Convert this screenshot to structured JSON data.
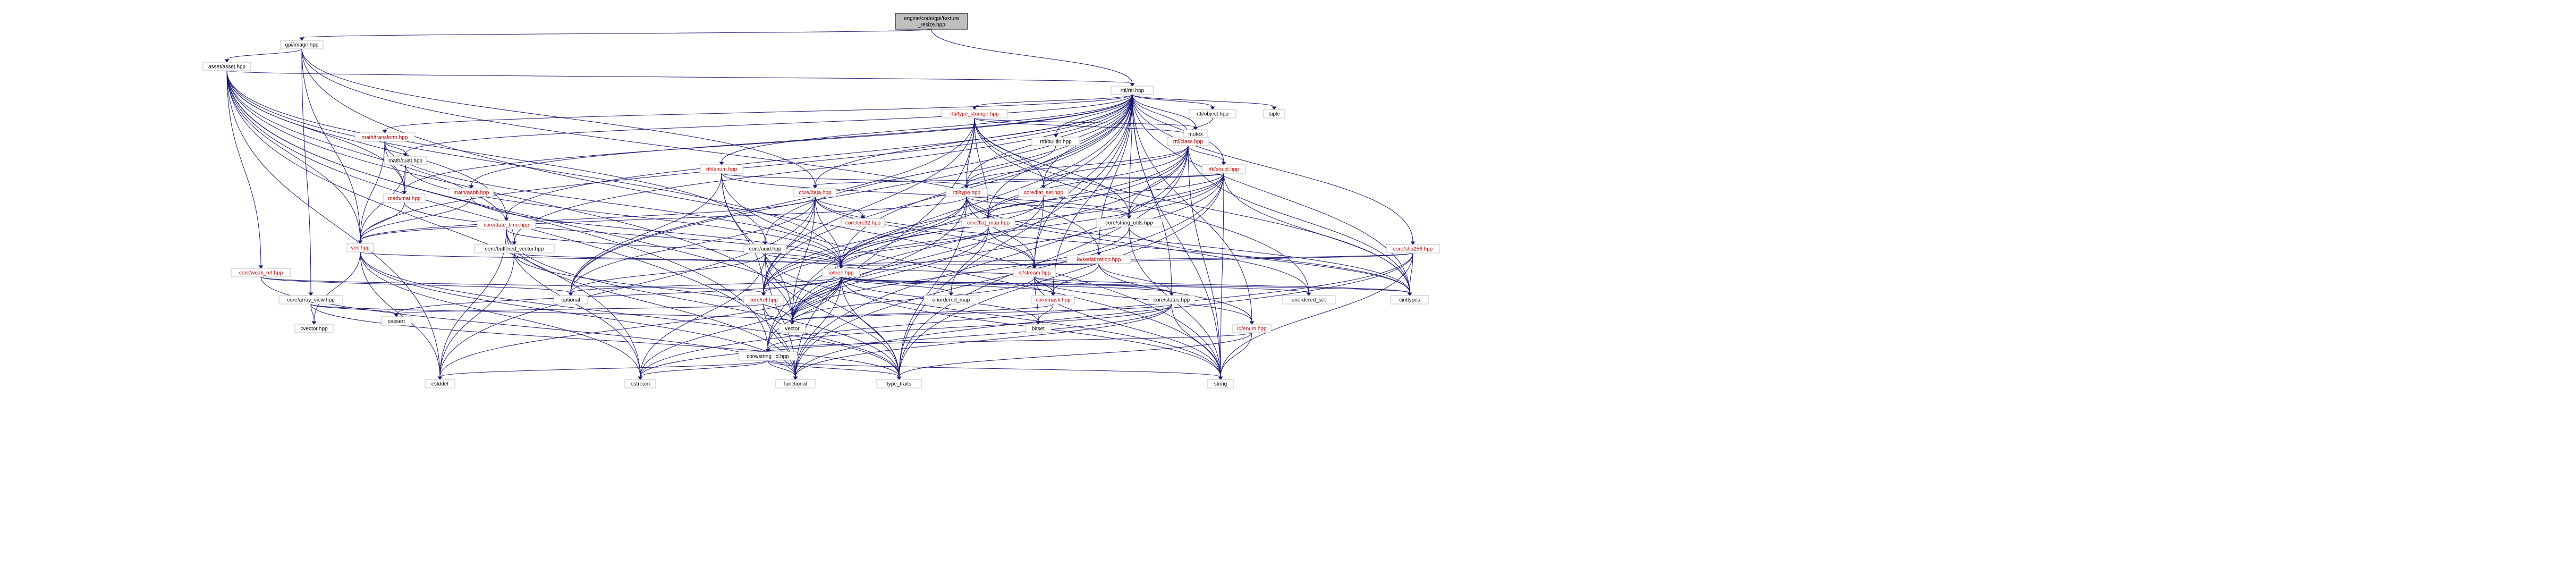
{
  "diagram": {
    "type": "include-dependency-graph",
    "nodes": [
      {
        "id": "root",
        "lines": [
          "engine/code/gpi/texture",
          "_resize.hpp"
        ],
        "kind": "root"
      },
      {
        "id": "gpi_image",
        "lines": [
          "gpi/image.hpp"
        ],
        "kind": "plain"
      },
      {
        "id": "asset",
        "lines": [
          "asset/asset.hpp"
        ],
        "kind": "plain"
      },
      {
        "id": "rtti_rtti",
        "lines": [
          "rtti/rtti.hpp"
        ],
        "kind": "plain"
      },
      {
        "id": "rtti_type_storage",
        "lines": [
          "rtti/type_storage.hpp"
        ],
        "kind": "link"
      },
      {
        "id": "rtti_object",
        "lines": [
          "rtti/object.hpp"
        ],
        "kind": "plain"
      },
      {
        "id": "tuple",
        "lines": [
          "tuple"
        ],
        "kind": "ext"
      },
      {
        "id": "mutex",
        "lines": [
          "mutex"
        ],
        "kind": "ext"
      },
      {
        "id": "rtti_class",
        "lines": [
          "rtti/class.hpp"
        ],
        "kind": "link"
      },
      {
        "id": "rtti_builtin",
        "lines": [
          "rtti/builtin.hpp"
        ],
        "kind": "plain"
      },
      {
        "id": "rtti_struct",
        "lines": [
          "rtti/struct.hpp"
        ],
        "kind": "link"
      },
      {
        "id": "math_transform",
        "lines": [
          "math/transform.hpp"
        ],
        "kind": "link"
      },
      {
        "id": "rtti_enum",
        "lines": [
          "rtti/enum.hpp"
        ],
        "kind": "link"
      },
      {
        "id": "rtti_type",
        "lines": [
          "rtti/type.hpp"
        ],
        "kind": "link"
      },
      {
        "id": "core_data",
        "lines": [
          "core/data.hpp"
        ],
        "kind": "link"
      },
      {
        "id": "core_flat_set",
        "lines": [
          "core/flat_set.hpp"
        ],
        "kind": "link"
      },
      {
        "id": "math_quat",
        "lines": [
          "math/quat.hpp"
        ],
        "kind": "plain"
      },
      {
        "id": "math_aabb",
        "lines": [
          "math/aabb.hpp"
        ],
        "kind": "link"
      },
      {
        "id": "core_crc32",
        "lines": [
          "core/crc32.hpp"
        ],
        "kind": "link"
      },
      {
        "id": "core_flat_map",
        "lines": [
          "core/flat_map.hpp"
        ],
        "kind": "link"
      },
      {
        "id": "core_string_utils",
        "lines": [
          "core/string_utils.hpp"
        ],
        "kind": "plain"
      },
      {
        "id": "math_mat",
        "lines": [
          "math/mat.hpp"
        ],
        "kind": "link"
      },
      {
        "id": "core_date_time",
        "lines": [
          "core/date_time.hpp"
        ],
        "kind": "link"
      },
      {
        "id": "vec",
        "lines": [
          "vec.hpp"
        ],
        "kind": "link"
      },
      {
        "id": "core_buffered_vector",
        "lines": [
          "core/buffered_vector.hpp"
        ],
        "kind": "plain"
      },
      {
        "id": "core_uuid",
        "lines": [
          "core/uuid.hpp"
        ],
        "kind": "plain"
      },
      {
        "id": "core_sha256",
        "lines": [
          "core/sha256.hpp"
        ],
        "kind": "link"
      },
      {
        "id": "io_serialization",
        "lines": [
          "io/serialization.hpp"
        ],
        "kind": "link"
      },
      {
        "id": "core_weak_ref",
        "lines": [
          "core/weak_ref.hpp"
        ],
        "kind": "link"
      },
      {
        "id": "io_tree",
        "lines": [
          "io/tree.hpp"
        ],
        "kind": "link"
      },
      {
        "id": "io_stream",
        "lines": [
          "io/stream.hpp"
        ],
        "kind": "link"
      },
      {
        "id": "core_array_view",
        "lines": [
          "core/array_view.hpp"
        ],
        "kind": "plain"
      },
      {
        "id": "optional",
        "lines": [
          "optional"
        ],
        "kind": "ext"
      },
      {
        "id": "cassert",
        "lines": [
          "cassert"
        ],
        "kind": "ext"
      },
      {
        "id": "core_ref",
        "lines": [
          "core/ref.hpp"
        ],
        "kind": "link"
      },
      {
        "id": "unordered_map",
        "lines": [
          "unordered_map"
        ],
        "kind": "ext"
      },
      {
        "id": "core_mask",
        "lines": [
          "core/mask.hpp"
        ],
        "kind": "link"
      },
      {
        "id": "core_status",
        "lines": [
          "core/status.hpp"
        ],
        "kind": "plain"
      },
      {
        "id": "unordered_set",
        "lines": [
          "unordered_set"
        ],
        "kind": "ext"
      },
      {
        "id": "cinttypes",
        "lines": [
          "cinttypes"
        ],
        "kind": "ext"
      },
      {
        "id": "vector",
        "lines": [
          "vector"
        ],
        "kind": "ext"
      },
      {
        "id": "bitset",
        "lines": [
          "bitset"
        ],
        "kind": "ext"
      },
      {
        "id": "io_enum",
        "lines": [
          "io/enum.hpp"
        ],
        "kind": "link"
      },
      {
        "id": "cvector",
        "lines": [
          "cvector.hpp"
        ],
        "kind": "plain"
      },
      {
        "id": "core_string_id",
        "lines": [
          "core/string_id.hpp"
        ],
        "kind": "plain"
      },
      {
        "id": "cstddef",
        "lines": [
          "cstddef"
        ],
        "kind": "ext"
      },
      {
        "id": "ostream",
        "lines": [
          "ostream"
        ],
        "kind": "ext"
      },
      {
        "id": "functional",
        "lines": [
          "functional"
        ],
        "kind": "ext"
      },
      {
        "id": "type_traits",
        "lines": [
          "type_traits"
        ],
        "kind": "ext"
      },
      {
        "id": "string",
        "lines": [
          "string"
        ],
        "kind": "ext"
      }
    ],
    "edges": [
      [
        "root",
        "gpi_image"
      ],
      [
        "root",
        "rtti_rtti"
      ],
      [
        "gpi_image",
        "asset"
      ],
      [
        "gpi_image",
        "vec"
      ],
      [
        "gpi_image",
        "core_array_view"
      ],
      [
        "gpi_image",
        "core_data"
      ],
      [
        "gpi_image",
        "string"
      ],
      [
        "gpi_image",
        "io_serialization"
      ],
      [
        "asset",
        "rtti_rtti"
      ],
      [
        "asset",
        "core_weak_ref"
      ],
      [
        "asset",
        "vec"
      ],
      [
        "asset",
        "core_buffered_vector"
      ],
      [
        "asset",
        "core_uuid"
      ],
      [
        "asset",
        "cstddef"
      ],
      [
        "asset",
        "ostream"
      ],
      [
        "asset",
        "functional"
      ],
      [
        "asset",
        "type_traits"
      ],
      [
        "asset",
        "vector"
      ],
      [
        "asset",
        "core_string_id"
      ],
      [
        "asset",
        "core_date_time"
      ],
      [
        "asset",
        "io_tree"
      ],
      [
        "asset",
        "math_mat"
      ],
      [
        "rtti_rtti",
        "rtti_type_storage"
      ],
      [
        "rtti_rtti",
        "rtti_object"
      ],
      [
        "rtti_rtti",
        "tuple"
      ],
      [
        "rtti_rtti",
        "mutex"
      ],
      [
        "rtti_rtti",
        "rtti_class"
      ],
      [
        "rtti_rtti",
        "rtti_builtin"
      ],
      [
        "rtti_rtti",
        "rtti_struct"
      ],
      [
        "rtti_rtti",
        "math_transform"
      ],
      [
        "rtti_rtti",
        "rtti_enum"
      ],
      [
        "rtti_rtti",
        "rtti_type"
      ],
      [
        "rtti_rtti",
        "core_data"
      ],
      [
        "rtti_rtti",
        "core_flat_set"
      ],
      [
        "rtti_rtti",
        "math_quat"
      ],
      [
        "rtti_rtti",
        "math_aabb"
      ],
      [
        "rtti_rtti",
        "core_flat_map"
      ],
      [
        "rtti_rtti",
        "core_string_utils"
      ],
      [
        "rtti_rtti",
        "math_mat"
      ],
      [
        "rtti_rtti",
        "core_date_time"
      ],
      [
        "rtti_rtti",
        "vec"
      ],
      [
        "rtti_rtti",
        "core_buffered_vector"
      ],
      [
        "rtti_rtti",
        "core_uuid"
      ],
      [
        "rtti_rtti",
        "core_sha256"
      ],
      [
        "rtti_rtti",
        "io_serialization"
      ],
      [
        "rtti_rtti",
        "io_tree"
      ],
      [
        "rtti_rtti",
        "io_stream"
      ],
      [
        "rtti_rtti",
        "optional"
      ],
      [
        "rtti_rtti",
        "core_ref"
      ],
      [
        "rtti_rtti",
        "core_mask"
      ],
      [
        "rtti_rtti",
        "core_status"
      ],
      [
        "rtti_rtti",
        "cinttypes"
      ],
      [
        "rtti_rtti",
        "vector"
      ],
      [
        "rtti_rtti",
        "io_enum"
      ],
      [
        "rtti_rtti",
        "core_string_id"
      ],
      [
        "rtti_rtti",
        "string"
      ],
      [
        "rtti_rtti",
        "type_traits"
      ],
      [
        "rtti_type_storage",
        "mutex"
      ],
      [
        "rtti_type_storage",
        "rtti_class"
      ],
      [
        "rtti_type_storage",
        "rtti_type"
      ],
      [
        "rtti_type_storage",
        "core_flat_map"
      ],
      [
        "rtti_type_storage",
        "core_flat_set"
      ],
      [
        "rtti_type_storage",
        "core_string_utils"
      ],
      [
        "rtti_type_storage",
        "optional"
      ],
      [
        "rtti_type_storage",
        "core_ref"
      ],
      [
        "rtti_type_storage",
        "unordered_set"
      ],
      [
        "rtti_type_storage",
        "cinttypes"
      ],
      [
        "rtti_type_storage",
        "functional"
      ],
      [
        "rtti_object",
        "rtti_class"
      ],
      [
        "rtti_class",
        "rtti_struct"
      ],
      [
        "rtti_class",
        "rtti_type"
      ],
      [
        "rtti_class",
        "core_flat_set"
      ],
      [
        "rtti_class",
        "core_flat_map"
      ],
      [
        "rtti_class",
        "core_string_utils"
      ],
      [
        "rtti_class",
        "io_tree"
      ],
      [
        "rtti_class",
        "core_ref"
      ],
      [
        "rtti_class",
        "cinttypes"
      ],
      [
        "rtti_class",
        "vector"
      ],
      [
        "rtti_class",
        "string"
      ],
      [
        "rtti_class",
        "type_traits"
      ],
      [
        "rtti_class",
        "functional"
      ],
      [
        "rtti_builtin",
        "rtti_type"
      ],
      [
        "rtti_struct",
        "rtti_type"
      ],
      [
        "rtti_struct",
        "core_data"
      ],
      [
        "rtti_struct",
        "core_flat_map"
      ],
      [
        "rtti_struct",
        "core_string_utils"
      ],
      [
        "rtti_struct",
        "io_tree"
      ],
      [
        "rtti_struct",
        "core_ref"
      ],
      [
        "rtti_struct",
        "cinttypes"
      ],
      [
        "rtti_struct",
        "vector"
      ],
      [
        "rtti_struct",
        "string"
      ],
      [
        "rtti_struct",
        "type_traits"
      ],
      [
        "rtti_struct",
        "functional"
      ],
      [
        "math_transform",
        "math_quat"
      ],
      [
        "math_transform",
        "math_mat"
      ],
      [
        "math_transform",
        "vec"
      ],
      [
        "math_transform",
        "io_tree"
      ],
      [
        "rtti_enum",
        "rtti_type"
      ],
      [
        "rtti_enum",
        "core_string_utils"
      ],
      [
        "rtti_enum",
        "core_ref"
      ],
      [
        "rtti_enum",
        "optional"
      ],
      [
        "rtti_enum",
        "vector"
      ],
      [
        "rtti_enum",
        "string"
      ],
      [
        "rtti_type",
        "core_flat_map"
      ],
      [
        "rtti_type",
        "core_string_utils"
      ],
      [
        "rtti_type",
        "io_tree"
      ],
      [
        "rtti_type",
        "io_stream"
      ],
      [
        "rtti_type",
        "core_ref"
      ],
      [
        "rtti_type",
        "core_string_id"
      ],
      [
        "rtti_type",
        "vec"
      ],
      [
        "rtti_type",
        "cinttypes"
      ],
      [
        "rtti_type",
        "unordered_set"
      ],
      [
        "rtti_type",
        "type_traits"
      ],
      [
        "core_data",
        "core_crc32"
      ],
      [
        "core_data",
        "core_ref"
      ],
      [
        "core_data",
        "io_tree"
      ],
      [
        "core_data",
        "io_stream"
      ],
      [
        "core_data",
        "vec"
      ],
      [
        "core_data",
        "optional"
      ],
      [
        "core_data",
        "cstddef"
      ],
      [
        "core_data",
        "cinttypes"
      ],
      [
        "core_data",
        "vector"
      ],
      [
        "core_flat_set",
        "io_tree"
      ],
      [
        "core_flat_set",
        "io_stream"
      ],
      [
        "core_flat_set",
        "vector"
      ],
      [
        "math_quat",
        "math_mat"
      ],
      [
        "math_quat",
        "vec"
      ],
      [
        "math_quat",
        "io_tree"
      ],
      [
        "math_aabb",
        "vec"
      ],
      [
        "math_aabb",
        "io_tree"
      ],
      [
        "core_flat_map",
        "io_tree"
      ],
      [
        "core_flat_map",
        "io_stream"
      ],
      [
        "core_flat_map",
        "vector"
      ],
      [
        "core_flat_map",
        "unordered_map"
      ],
      [
        "core_string_utils",
        "string"
      ],
      [
        "core_string_utils",
        "vector"
      ],
      [
        "core_string_utils",
        "cinttypes"
      ],
      [
        "math_mat",
        "vec"
      ],
      [
        "math_mat",
        "io_tree"
      ],
      [
        "core_date_time",
        "io_tree"
      ],
      [
        "core_date_time",
        "ostream"
      ],
      [
        "core_date_time",
        "functional"
      ],
      [
        "core_date_time",
        "cstddef"
      ],
      [
        "core_date_time",
        "type_traits"
      ],
      [
        "vec",
        "io_tree"
      ],
      [
        "vec",
        "cstddef"
      ],
      [
        "vec",
        "type_traits"
      ],
      [
        "vec",
        "cvector"
      ],
      [
        "vec",
        "functional"
      ],
      [
        "vec",
        "ostream"
      ],
      [
        "core_buffered_vector",
        "vector"
      ],
      [
        "core_buffered_vector",
        "cstddef"
      ],
      [
        "core_buffered_vector",
        "io_tree"
      ],
      [
        "core_uuid",
        "io_tree"
      ],
      [
        "core_uuid",
        "optional"
      ],
      [
        "core_uuid",
        "functional"
      ],
      [
        "core_uuid",
        "ostream"
      ],
      [
        "core_uuid",
        "string"
      ],
      [
        "core_uuid",
        "type_traits"
      ],
      [
        "core_sha256",
        "io_tree"
      ],
      [
        "core_sha256",
        "io_stream"
      ],
      [
        "core_sha256",
        "ostream"
      ],
      [
        "core_sha256",
        "functional"
      ],
      [
        "core_sha256",
        "string"
      ],
      [
        "core_sha256",
        "cinttypes"
      ],
      [
        "io_serialization",
        "io_tree"
      ],
      [
        "io_serialization",
        "io_stream"
      ],
      [
        "io_serialization",
        "core_status"
      ],
      [
        "io_serialization",
        "core_mask"
      ],
      [
        "io_serialization",
        "io_enum"
      ],
      [
        "core_weak_ref",
        "core_ref"
      ],
      [
        "core_weak_ref",
        "optional"
      ],
      [
        "core_weak_ref",
        "functional"
      ],
      [
        "io_tree",
        "optional"
      ],
      [
        "io_tree",
        "unordered_map"
      ],
      [
        "io_tree",
        "core_ref"
      ],
      [
        "io_tree",
        "core_mask"
      ],
      [
        "io_tree",
        "core_status"
      ],
      [
        "io_tree",
        "core_string_id"
      ],
      [
        "io_tree",
        "vector"
      ],
      [
        "io_tree",
        "bitset"
      ],
      [
        "io_tree",
        "cinttypes"
      ],
      [
        "io_tree",
        "unordered_set"
      ],
      [
        "io_tree",
        "string"
      ],
      [
        "io_tree",
        "type_traits"
      ],
      [
        "io_tree",
        "functional"
      ],
      [
        "io_tree",
        "ostream"
      ],
      [
        "io_tree",
        "cstddef"
      ],
      [
        "io_tree",
        "cassert"
      ],
      [
        "io_stream",
        "io_tree"
      ],
      [
        "io_stream",
        "core_mask"
      ],
      [
        "io_stream",
        "core_status"
      ],
      [
        "io_stream",
        "io_enum"
      ],
      [
        "io_stream",
        "vector"
      ],
      [
        "io_stream",
        "bitset"
      ],
      [
        "io_stream",
        "string"
      ],
      [
        "io_stream",
        "cinttypes"
      ],
      [
        "core_array_view",
        "vector"
      ],
      [
        "core_array_view",
        "cassert"
      ],
      [
        "core_array_view",
        "cvector"
      ],
      [
        "core_array_view",
        "type_traits"
      ],
      [
        "core_ref",
        "cassert"
      ],
      [
        "core_ref",
        "functional"
      ],
      [
        "core_ref",
        "type_traits"
      ],
      [
        "core_mask",
        "bitset"
      ],
      [
        "core_mask",
        "vector"
      ],
      [
        "core_status",
        "core_string_id"
      ],
      [
        "core_status",
        "string"
      ],
      [
        "core_status",
        "vector"
      ],
      [
        "core_status",
        "functional"
      ],
      [
        "core_status",
        "ostream"
      ],
      [
        "io_enum",
        "core_string_id"
      ],
      [
        "io_enum",
        "string"
      ],
      [
        "io_enum",
        "type_traits"
      ],
      [
        "core_string_id",
        "string"
      ],
      [
        "core_string_id",
        "cstddef"
      ],
      [
        "core_string_id",
        "functional"
      ],
      [
        "core_string_id",
        "ostream"
      ],
      [
        "core_string_id",
        "type_traits"
      ]
    ]
  }
}
